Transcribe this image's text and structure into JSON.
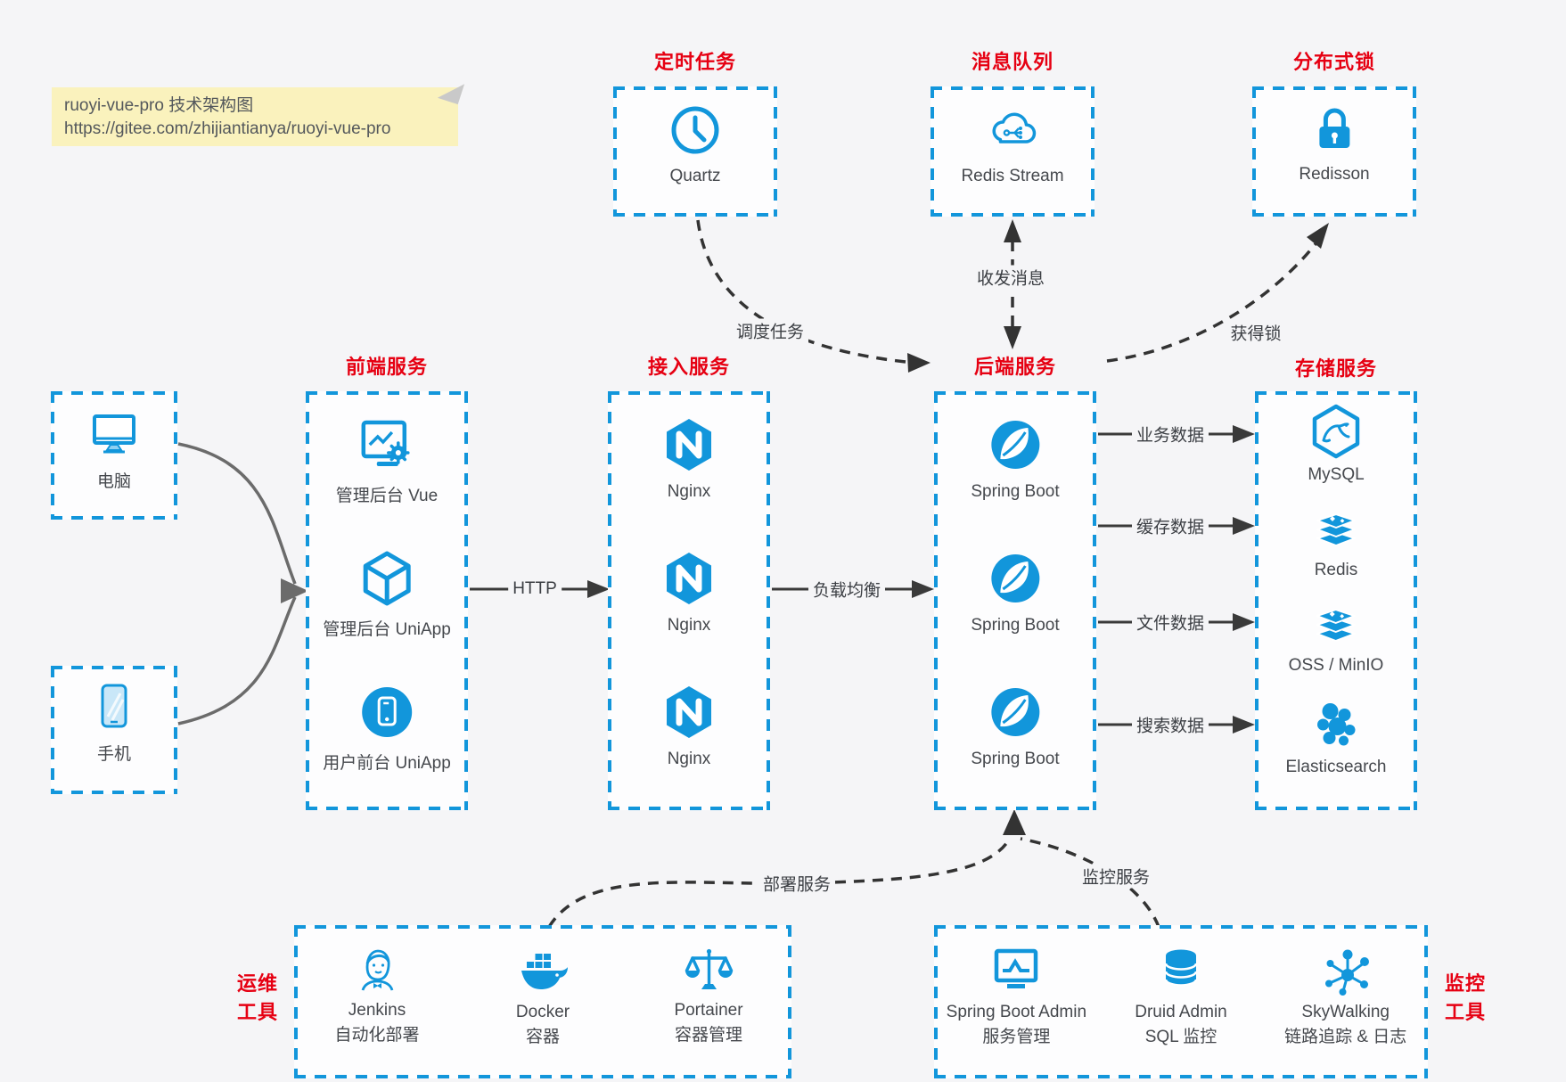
{
  "colors": {
    "accent_blue": "#1296db",
    "title_red": "#e60012",
    "background": "#f5f5f7",
    "label_gray": "#45484d",
    "note_yellow": "#faf2bd"
  },
  "note": {
    "line1": "ruoyi-vue-pro 技术架构图",
    "line2": "https://gitee.com/zhijiantianya/ruoyi-vue-pro"
  },
  "top_groups": [
    {
      "title": "定时任务",
      "icon": "clock-icon",
      "label": "Quartz"
    },
    {
      "title": "消息队列",
      "icon": "cloud-stream-icon",
      "label": "Redis Stream"
    },
    {
      "title": "分布式锁",
      "icon": "lock-icon",
      "label": "Redisson"
    }
  ],
  "clients": [
    {
      "icon": "desktop-icon",
      "label": "电脑"
    },
    {
      "icon": "smartphone-icon",
      "label": "手机"
    }
  ],
  "columns": [
    {
      "title": "前端服务",
      "items": [
        {
          "icon": "admin-vue-icon",
          "label": "管理后台 Vue"
        },
        {
          "icon": "uniapp-cube-icon",
          "label": "管理后台 UniApp"
        },
        {
          "icon": "mobile-app-icon",
          "label": "用户前台 UniApp"
        }
      ]
    },
    {
      "title": "接入服务",
      "items": [
        {
          "icon": "nginx-icon",
          "label": "Nginx"
        },
        {
          "icon": "nginx-icon",
          "label": "Nginx"
        },
        {
          "icon": "nginx-icon",
          "label": "Nginx"
        }
      ]
    },
    {
      "title": "后端服务",
      "items": [
        {
          "icon": "spring-boot-icon",
          "label": "Spring Boot"
        },
        {
          "icon": "spring-boot-icon",
          "label": "Spring Boot"
        },
        {
          "icon": "spring-boot-icon",
          "label": "Spring Boot"
        }
      ]
    },
    {
      "title": "存储服务",
      "items": [
        {
          "icon": "mysql-icon",
          "label": "MySQL"
        },
        {
          "icon": "redis-icon",
          "label": "Redis"
        },
        {
          "icon": "oss-minio-icon",
          "label": "OSS / MinIO"
        },
        {
          "icon": "elasticsearch-icon",
          "label": "Elasticsearch"
        }
      ]
    }
  ],
  "bottom_groups": [
    {
      "side_label_line1": "运维",
      "side_label_line2": "工具",
      "items": [
        {
          "icon": "jenkins-icon",
          "label": "Jenkins",
          "sublabel": "自动化部署"
        },
        {
          "icon": "docker-icon",
          "label": "Docker",
          "sublabel": "容器"
        },
        {
          "icon": "portainer-icon",
          "label": "Portainer",
          "sublabel": "容器管理"
        }
      ]
    },
    {
      "side_label_line1": "监控",
      "side_label_line2": "工具",
      "items": [
        {
          "icon": "spring-boot-admin-icon",
          "label": "Spring Boot Admin",
          "sublabel": "服务管理"
        },
        {
          "icon": "druid-icon",
          "label": "Druid Admin",
          "sublabel": "SQL 监控"
        },
        {
          "icon": "skywalking-icon",
          "label": "SkyWalking",
          "sublabel": "链路追踪 & 日志"
        }
      ]
    }
  ],
  "edges": {
    "http": "HTTP",
    "load_balance": "负载均衡",
    "business_data": "业务数据",
    "cache_data": "缓存数据",
    "file_data": "文件数据",
    "search_data": "搜索数据",
    "schedule_task": "调度任务",
    "send_receive_msg": "收发消息",
    "acquire_lock": "获得锁",
    "deploy_service": "部署服务",
    "monitor_service": "监控服务"
  }
}
